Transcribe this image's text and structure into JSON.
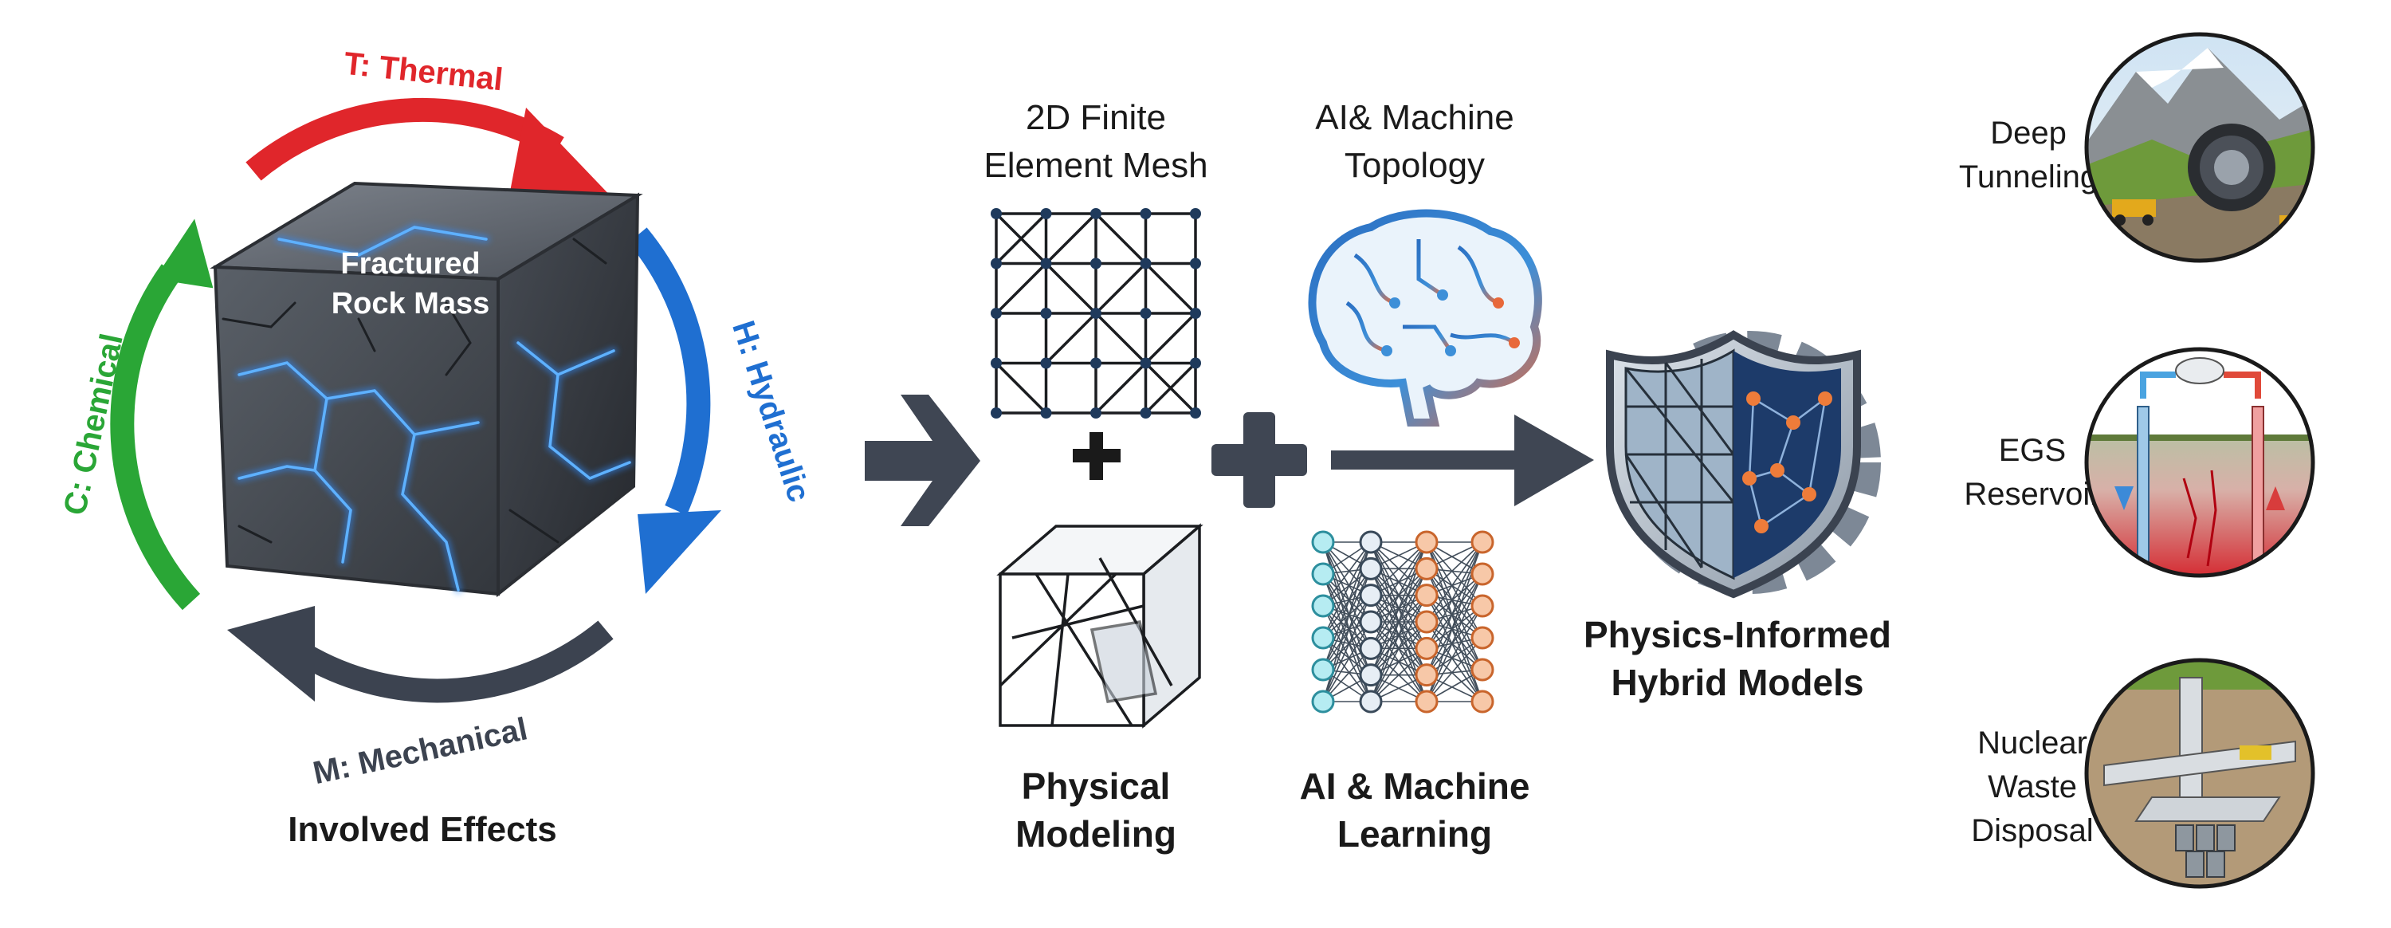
{
  "effects": {
    "thermal": "T: Thermal",
    "hydraulic": "H: Hydraulic",
    "mechanical": "M: Mechanical",
    "chemical": "C: Chemical",
    "rock_line1": "Fractured",
    "rock_line2": "Rock Mass",
    "section_label": "Involved Effects"
  },
  "methods": {
    "fem_line1": "2D Finite",
    "fem_line2": "Element Mesh",
    "ai_topology_line1": "AI& Machine",
    "ai_topology_line2": "Topology",
    "physical_line1": "Physical",
    "physical_line2": "Modeling",
    "ml_line1": "AI & Machine",
    "ml_line2": "Learning"
  },
  "result": {
    "line1": "Physics-Informed",
    "line2": "Hybrid Models"
  },
  "applications": [
    {
      "line1": "Deep",
      "line2": "Tunneling",
      "line3": ""
    },
    {
      "line1": "EGS",
      "line2": "Reservoir",
      "line3": ""
    },
    {
      "line1": "Nuclear",
      "line2": "Waste",
      "line3": "Disposal"
    }
  ],
  "colors": {
    "thermal": "#e0262b",
    "hydraulic": "#1f6fd1",
    "mechanical": "#3c4350",
    "chemical": "#2aa636",
    "arrow": "#3f4653",
    "glow": "#2f8cff"
  }
}
